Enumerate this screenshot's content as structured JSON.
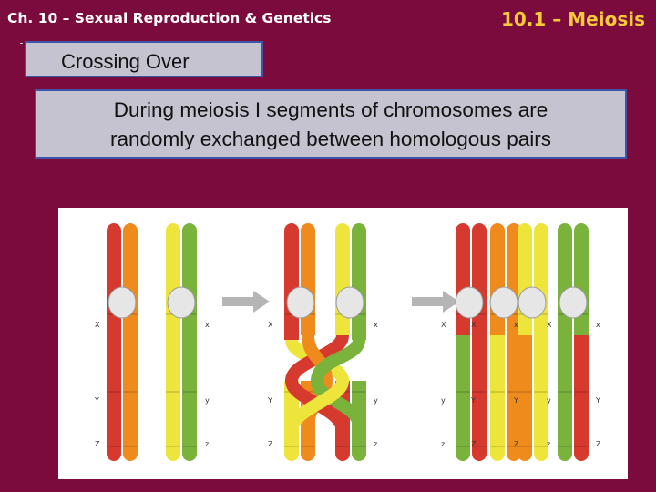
{
  "header": {
    "chapter": "Ch. 10 – Sexual Reproduction & Genetics",
    "section": "10.1 – Meiosis"
  },
  "topic": "Crossing Over",
  "definition": {
    "line1": "During meiosis I segments of chromosomes are",
    "line2": "randomly exchanged between homologous pairs"
  },
  "diagram": {
    "gene_labels_left": [
      "X",
      "Y",
      "Z"
    ],
    "gene_labels_right": [
      "x",
      "y",
      "z"
    ],
    "colors": {
      "red": "#d63a2e",
      "orange": "#ef8a1c",
      "yellow": "#eee53c",
      "green": "#79b33b",
      "centromere": "#e6e6e6",
      "arrow": "#b5b5b5"
    }
  }
}
